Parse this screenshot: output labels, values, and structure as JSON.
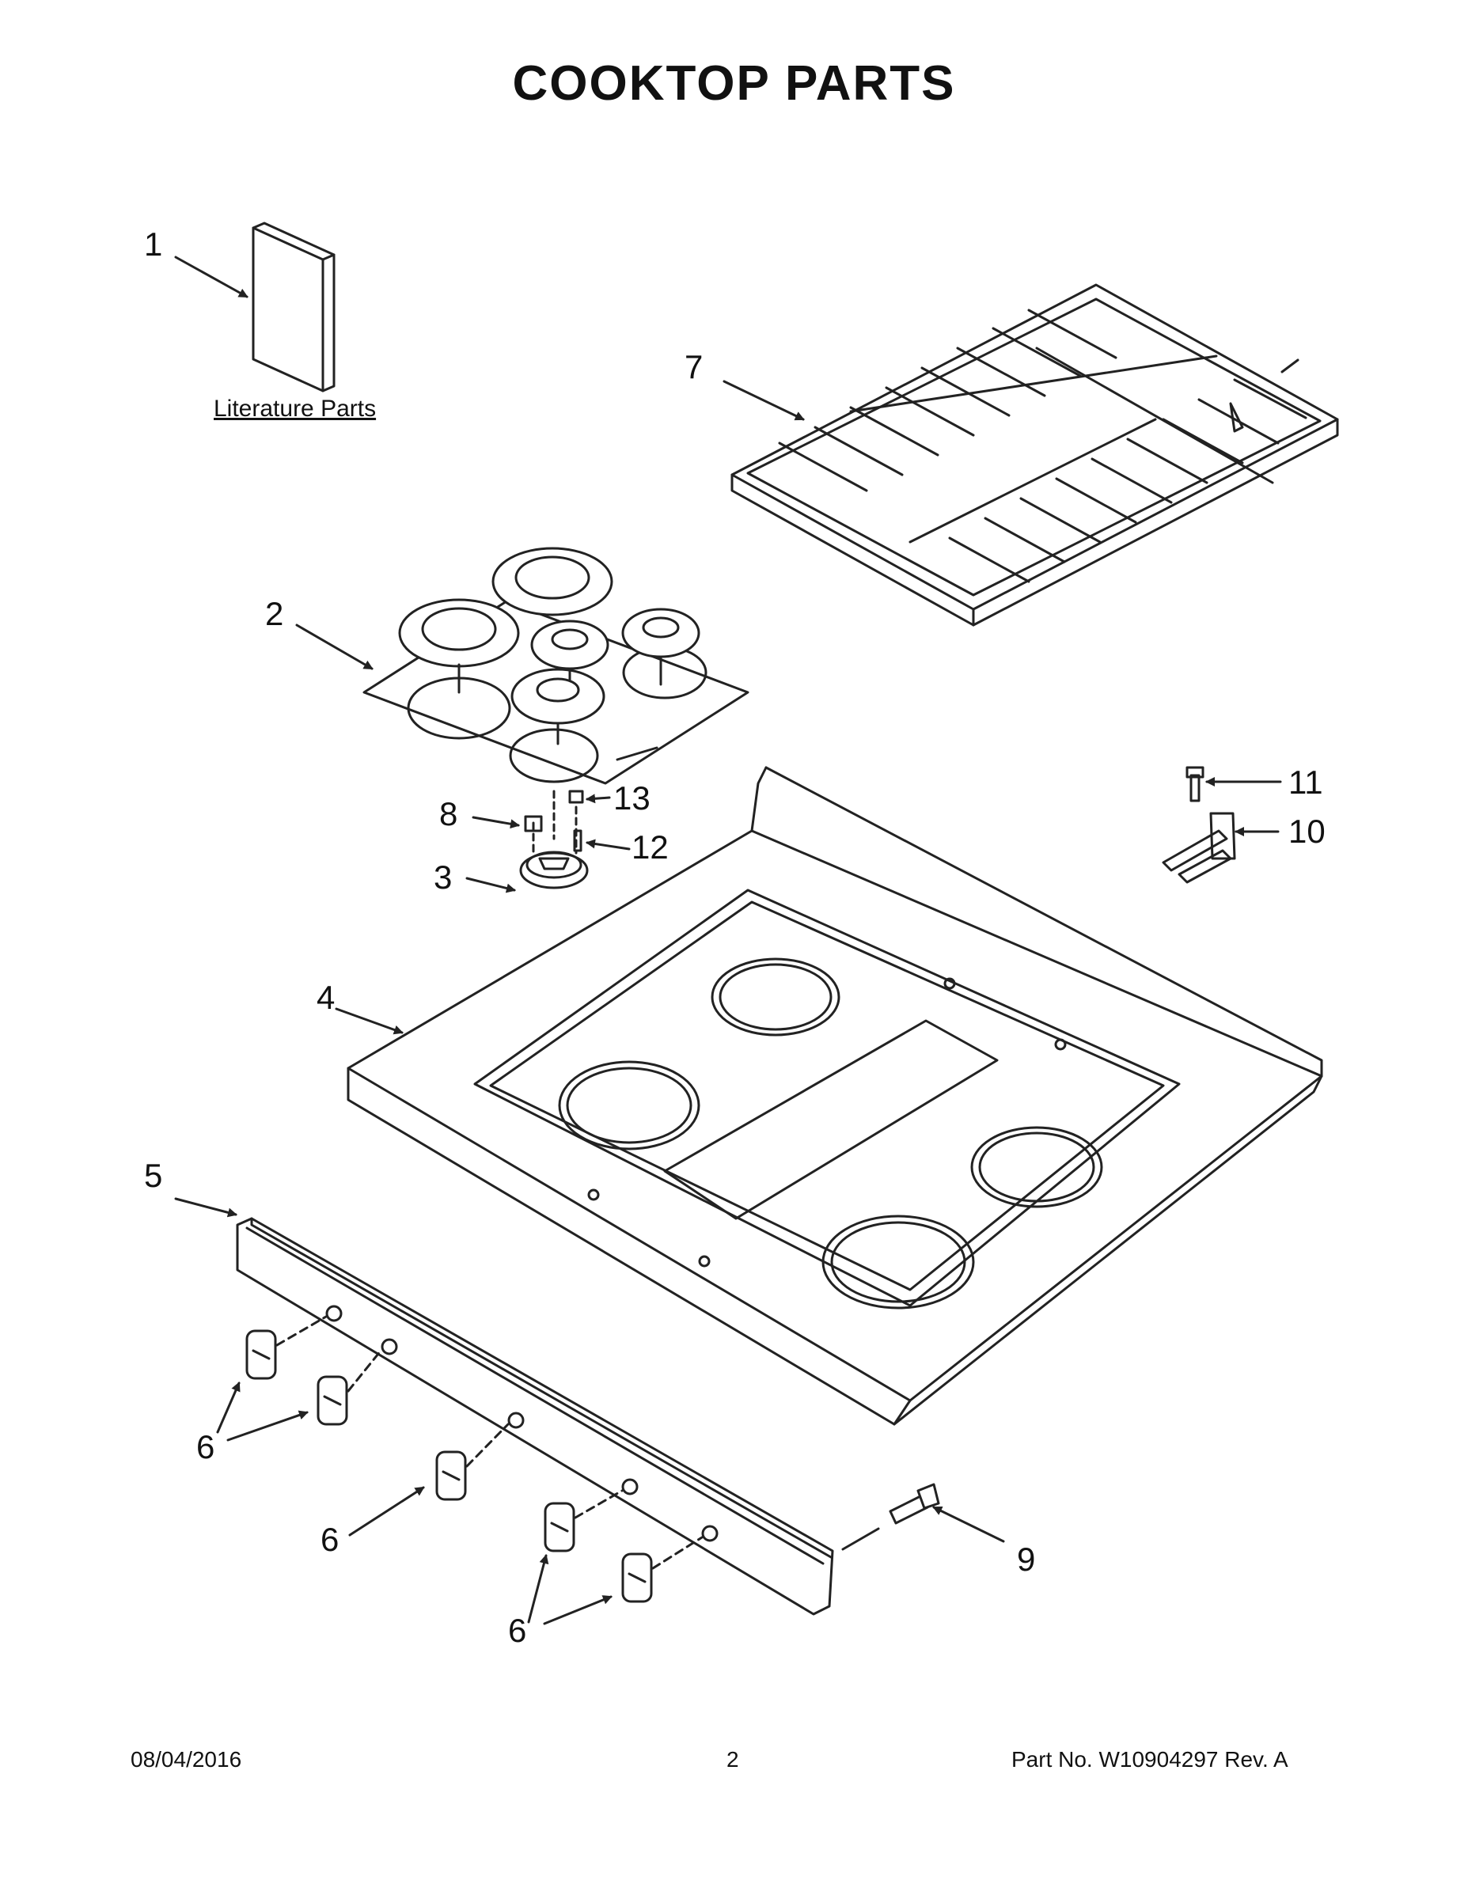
{
  "header": {
    "title": "COOKTOP  PARTS"
  },
  "literature": {
    "label": "Literature Parts"
  },
  "callouts": {
    "c1": "1",
    "c2": "2",
    "c3": "3",
    "c4": "4",
    "c5": "5",
    "c6a": "6",
    "c6b": "6",
    "c6c": "6",
    "c7": "7",
    "c8": "8",
    "c9": "9",
    "c10": "10",
    "c11": "11",
    "c12": "12",
    "c13": "13"
  },
  "footer": {
    "date": "08/04/2016",
    "page": "2",
    "part": "Part No.  W10904297   Rev.  A"
  }
}
